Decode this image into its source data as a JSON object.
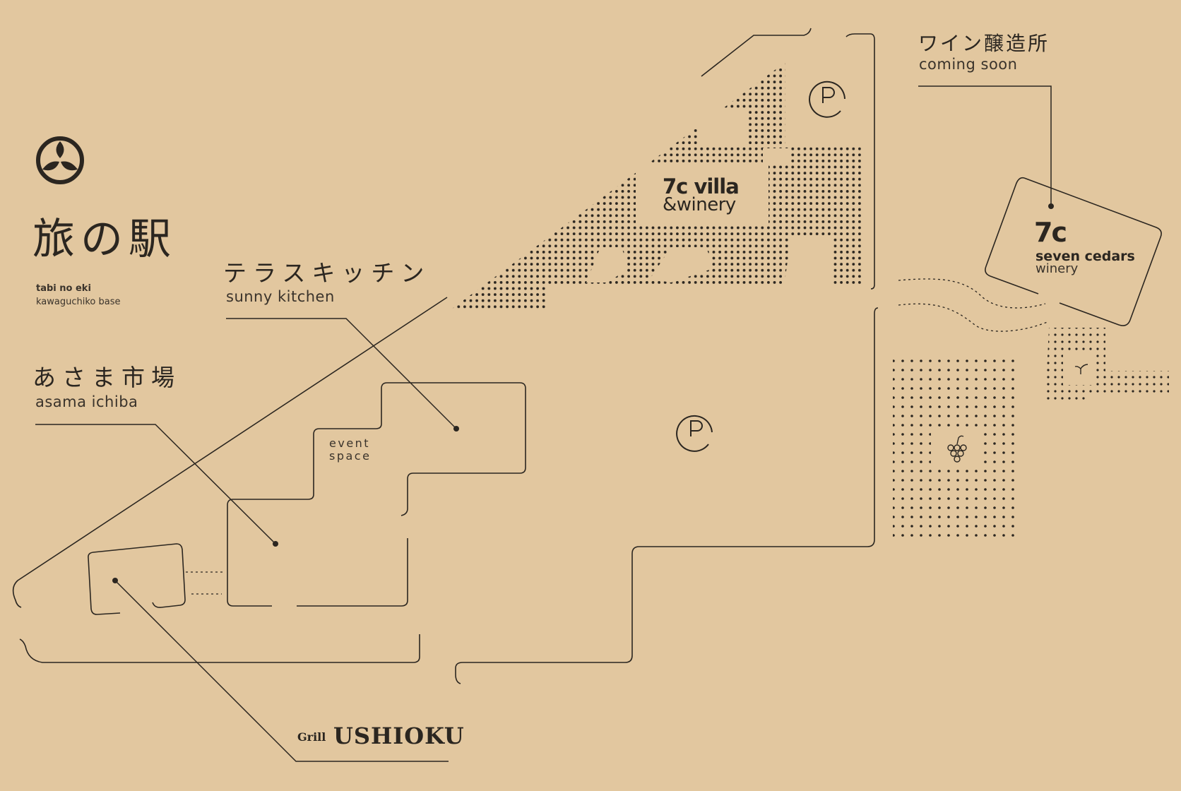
{
  "colors": {
    "background": "#e2c79f",
    "ink": "#2b2620",
    "villa_panel": "#e2c79f"
  },
  "brand": {
    "title_jp": "旅の駅",
    "subtitle_line1": "tabi no eki",
    "subtitle_line2": "kawaguchiko base",
    "logo_icon": "triple-leaf-crest-icon"
  },
  "areas": {
    "terrace_jp": "テラスキッチン",
    "terrace_en": "sunny kitchen",
    "asama_jp": "あさま市場",
    "asama_en": "asama ichiba",
    "event_line1": "event",
    "event_line2": "space",
    "villa_line1": "7c villa",
    "villa_line2": "&winery",
    "winery_jp": "ワイン醸造所",
    "winery_en": "coming soon",
    "cedars_logo": "7c",
    "cedars_line1": "seven cedars",
    "cedars_line2": "winery",
    "grill_small": "Grill",
    "grill_large": "USHIOKU"
  },
  "icons": {
    "parking_top": "parking-icon",
    "parking_main": "parking-icon",
    "grapes": "grapes-icon",
    "sprout": "sprout-icon"
  }
}
